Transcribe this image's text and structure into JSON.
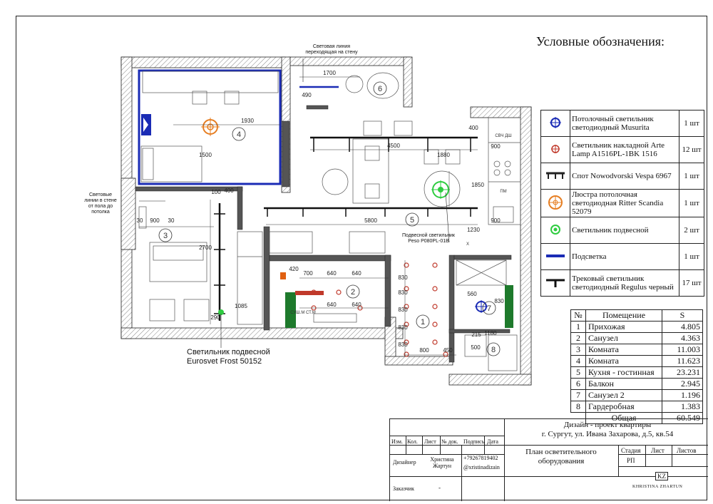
{
  "legend": {
    "title": "Условные обозначения:",
    "items": [
      {
        "label": "Потолочный светильник светодиодный Musurita",
        "count": "1 шт",
        "icon": "blue-ceiling-light-icon",
        "color": "#1a2bb5"
      },
      {
        "label": "Светильник накладной Arte Lamp A1516PL-1BK 1516",
        "count": "12 шт",
        "icon": "red-surface-light-icon",
        "color": "#c0392b"
      },
      {
        "label": "Спот Nowodvorski Vespa 6967",
        "count": "1 шт",
        "icon": "spot-track-icon",
        "color": "#222222"
      },
      {
        "label": "Люстра потолочная светодиодная Ritter Scandia 52079",
        "count": "1 шт",
        "icon": "orange-chandelier-icon",
        "color": "#e67e22"
      },
      {
        "label": "Светильник подвесной",
        "count": "2 шт",
        "icon": "green-pendant-icon",
        "color": "#2ecc40"
      },
      {
        "label": "Подсветка",
        "count": "1 шт",
        "icon": "blue-backlight-line-icon",
        "color": "#1a2bb5"
      },
      {
        "label": "Трековый светильник светодиодный Regulus черный",
        "count": "17 шт",
        "icon": "track-light-icon",
        "color": "#111111"
      }
    ]
  },
  "rooms": {
    "headers": [
      "№",
      "Помещение",
      "S"
    ],
    "rows": [
      {
        "n": "1",
        "name": "Прихожая",
        "s": "4.805"
      },
      {
        "n": "2",
        "name": "Санузел",
        "s": "4.363"
      },
      {
        "n": "3",
        "name": "Комната",
        "s": "11.003"
      },
      {
        "n": "4",
        "name": "Комната",
        "s": "11.623"
      },
      {
        "n": "5",
        "name": "Кухня - гостинная",
        "s": "23.231"
      },
      {
        "n": "6",
        "name": "Балкон",
        "s": "2.945"
      },
      {
        "n": "7",
        "name": "Санузел 2",
        "s": "1.196"
      },
      {
        "n": "8",
        "name": "Гардеробная",
        "s": "1.383"
      }
    ],
    "total_label": "Общая",
    "total": "60.549"
  },
  "titleblock": {
    "project": "Дизайн - проект квартиры",
    "address": "г. Сургут, ул. Ивана Захарова, д.5, кв.54",
    "cols": [
      "Изм.",
      "Кол.",
      "Лист",
      "№ док.",
      "Подпись",
      "Дата"
    ],
    "designer_role": "Дизайнер",
    "designer_name": "Христина Жартун",
    "phone": "+79267819402",
    "insta": "@xristinadizain",
    "sheet_title": "План осветительного оборудования",
    "stage_h": "Стадия",
    "sheet_h": "Лист",
    "sheets_h": "Листов",
    "stage": "РП",
    "client_role": "Заказчик",
    "client_name": "-",
    "logo_mark": "KZ",
    "logo_text": "KHRISTINA ZHARTUN"
  },
  "plan": {
    "notes": {
      "light_line_wall": "Световая линия переходящая на стену",
      "wall_lines": "Световые линии в стене от пола до потолка",
      "pendant_peso": "Подвесной светильник Peso P080PL-01B",
      "eurosvet": "Светильник подвесной Eurosvet Frost 50152"
    },
    "room_numbers": [
      "1",
      "2",
      "3",
      "4",
      "5",
      "6",
      "7",
      "8"
    ],
    "dims": {
      "d1700": "1700",
      "d490": "490",
      "d1930": "1930",
      "d1500": "1500",
      "d400a": "400",
      "d4500": "4500",
      "d900a": "900",
      "d1850": "1850",
      "d1880": "1880",
      "d5800": "5800",
      "d900b": "900",
      "d900c": "900",
      "d30a": "30",
      "d30b": "30",
      "d100": "100",
      "d400b": "400",
      "d2700": "2700",
      "d1085": "1085",
      "d290": "290",
      "d700": "700",
      "d640a": "640",
      "d640b": "640",
      "d640c": "640",
      "d640d": "640",
      "d420": "420",
      "d830a": "830",
      "d830b": "830",
      "d830c": "830",
      "d830d": "830",
      "d830e": "830",
      "d800": "800",
      "d450": "450",
      "d1230": "1230",
      "d560": "560",
      "d830f": "830",
      "d215": "215",
      "d1180": "1180",
      "d500": "500"
    },
    "appliance_labels": {
      "svch": "СВЧ ДШ",
      "pm": "ПМ",
      "sush": "СУШ.М СТ.М",
      "x": "X"
    }
  }
}
